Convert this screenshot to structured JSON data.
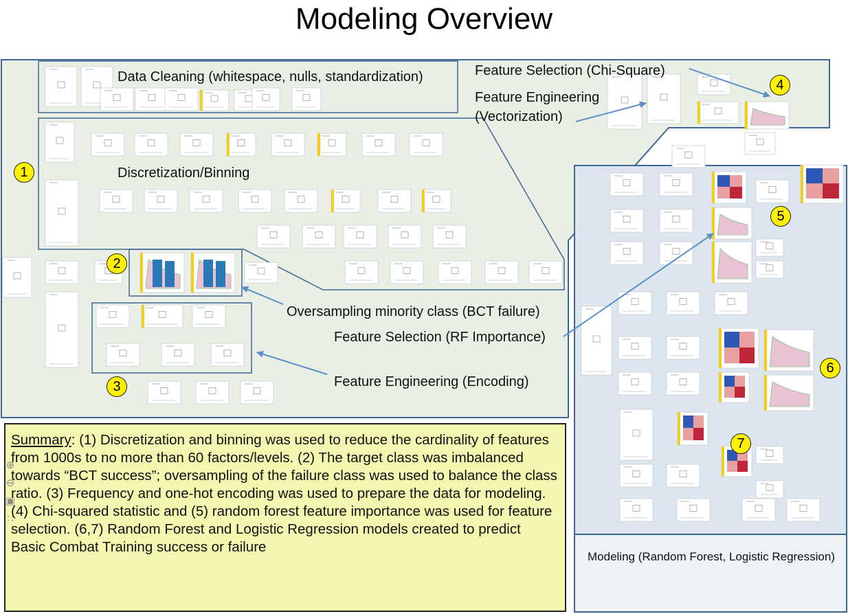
{
  "title": "Modeling Overview",
  "labels": {
    "data_cleaning": "Data Cleaning (whitespace, nulls, standardization)",
    "discretization": "Discretization/Binning",
    "feature_selection_chi": "Feature Selection (Chi-Square)",
    "feature_engineering_vec_1": "Feature Engineering",
    "feature_engineering_vec_2": "(Vectorization)",
    "oversampling": "Oversampling minority class (BCT failure)",
    "feature_selection_rf": "Feature Selection (RF Importance)",
    "feature_engineering_enc": "Feature Engineering (Encoding)",
    "modeling": "Modeling (Random Forest, Logistic Regression)"
  },
  "markers": [
    "1",
    "2",
    "3",
    "4",
    "5",
    "6",
    "7"
  ],
  "summary": {
    "heading": "Summary",
    "text": ": (1) Discretization and binning was used to reduce the cardinality of features from 1000s to no more than 60 factors/levels.  (2) The target class was imbalanced towards “BCT success”; oversampling of the failure class was used to balance the class ratio. (3) Frequency and one-hot encoding was used to prepare the data for modeling.  (4) Chi-squared statistic and (5) random forest feature importance was used for feature selection. (6,7) Random Forest and Logistic Regression models created to predict Basic Combat Training success or failure"
  },
  "colors": {
    "green_panel": "#e9efe4",
    "blue_panel": "#dde6ee",
    "border": "#3f6592",
    "marker": "#fff200",
    "summary_bg": "#f4f7b0",
    "node_accent": "#f2cf1f",
    "arrow": "#5b8fc8"
  },
  "side_icons": [
    "zoom-in-icon",
    "zoom-out-icon",
    "fit-icon",
    "layout-icon"
  ]
}
